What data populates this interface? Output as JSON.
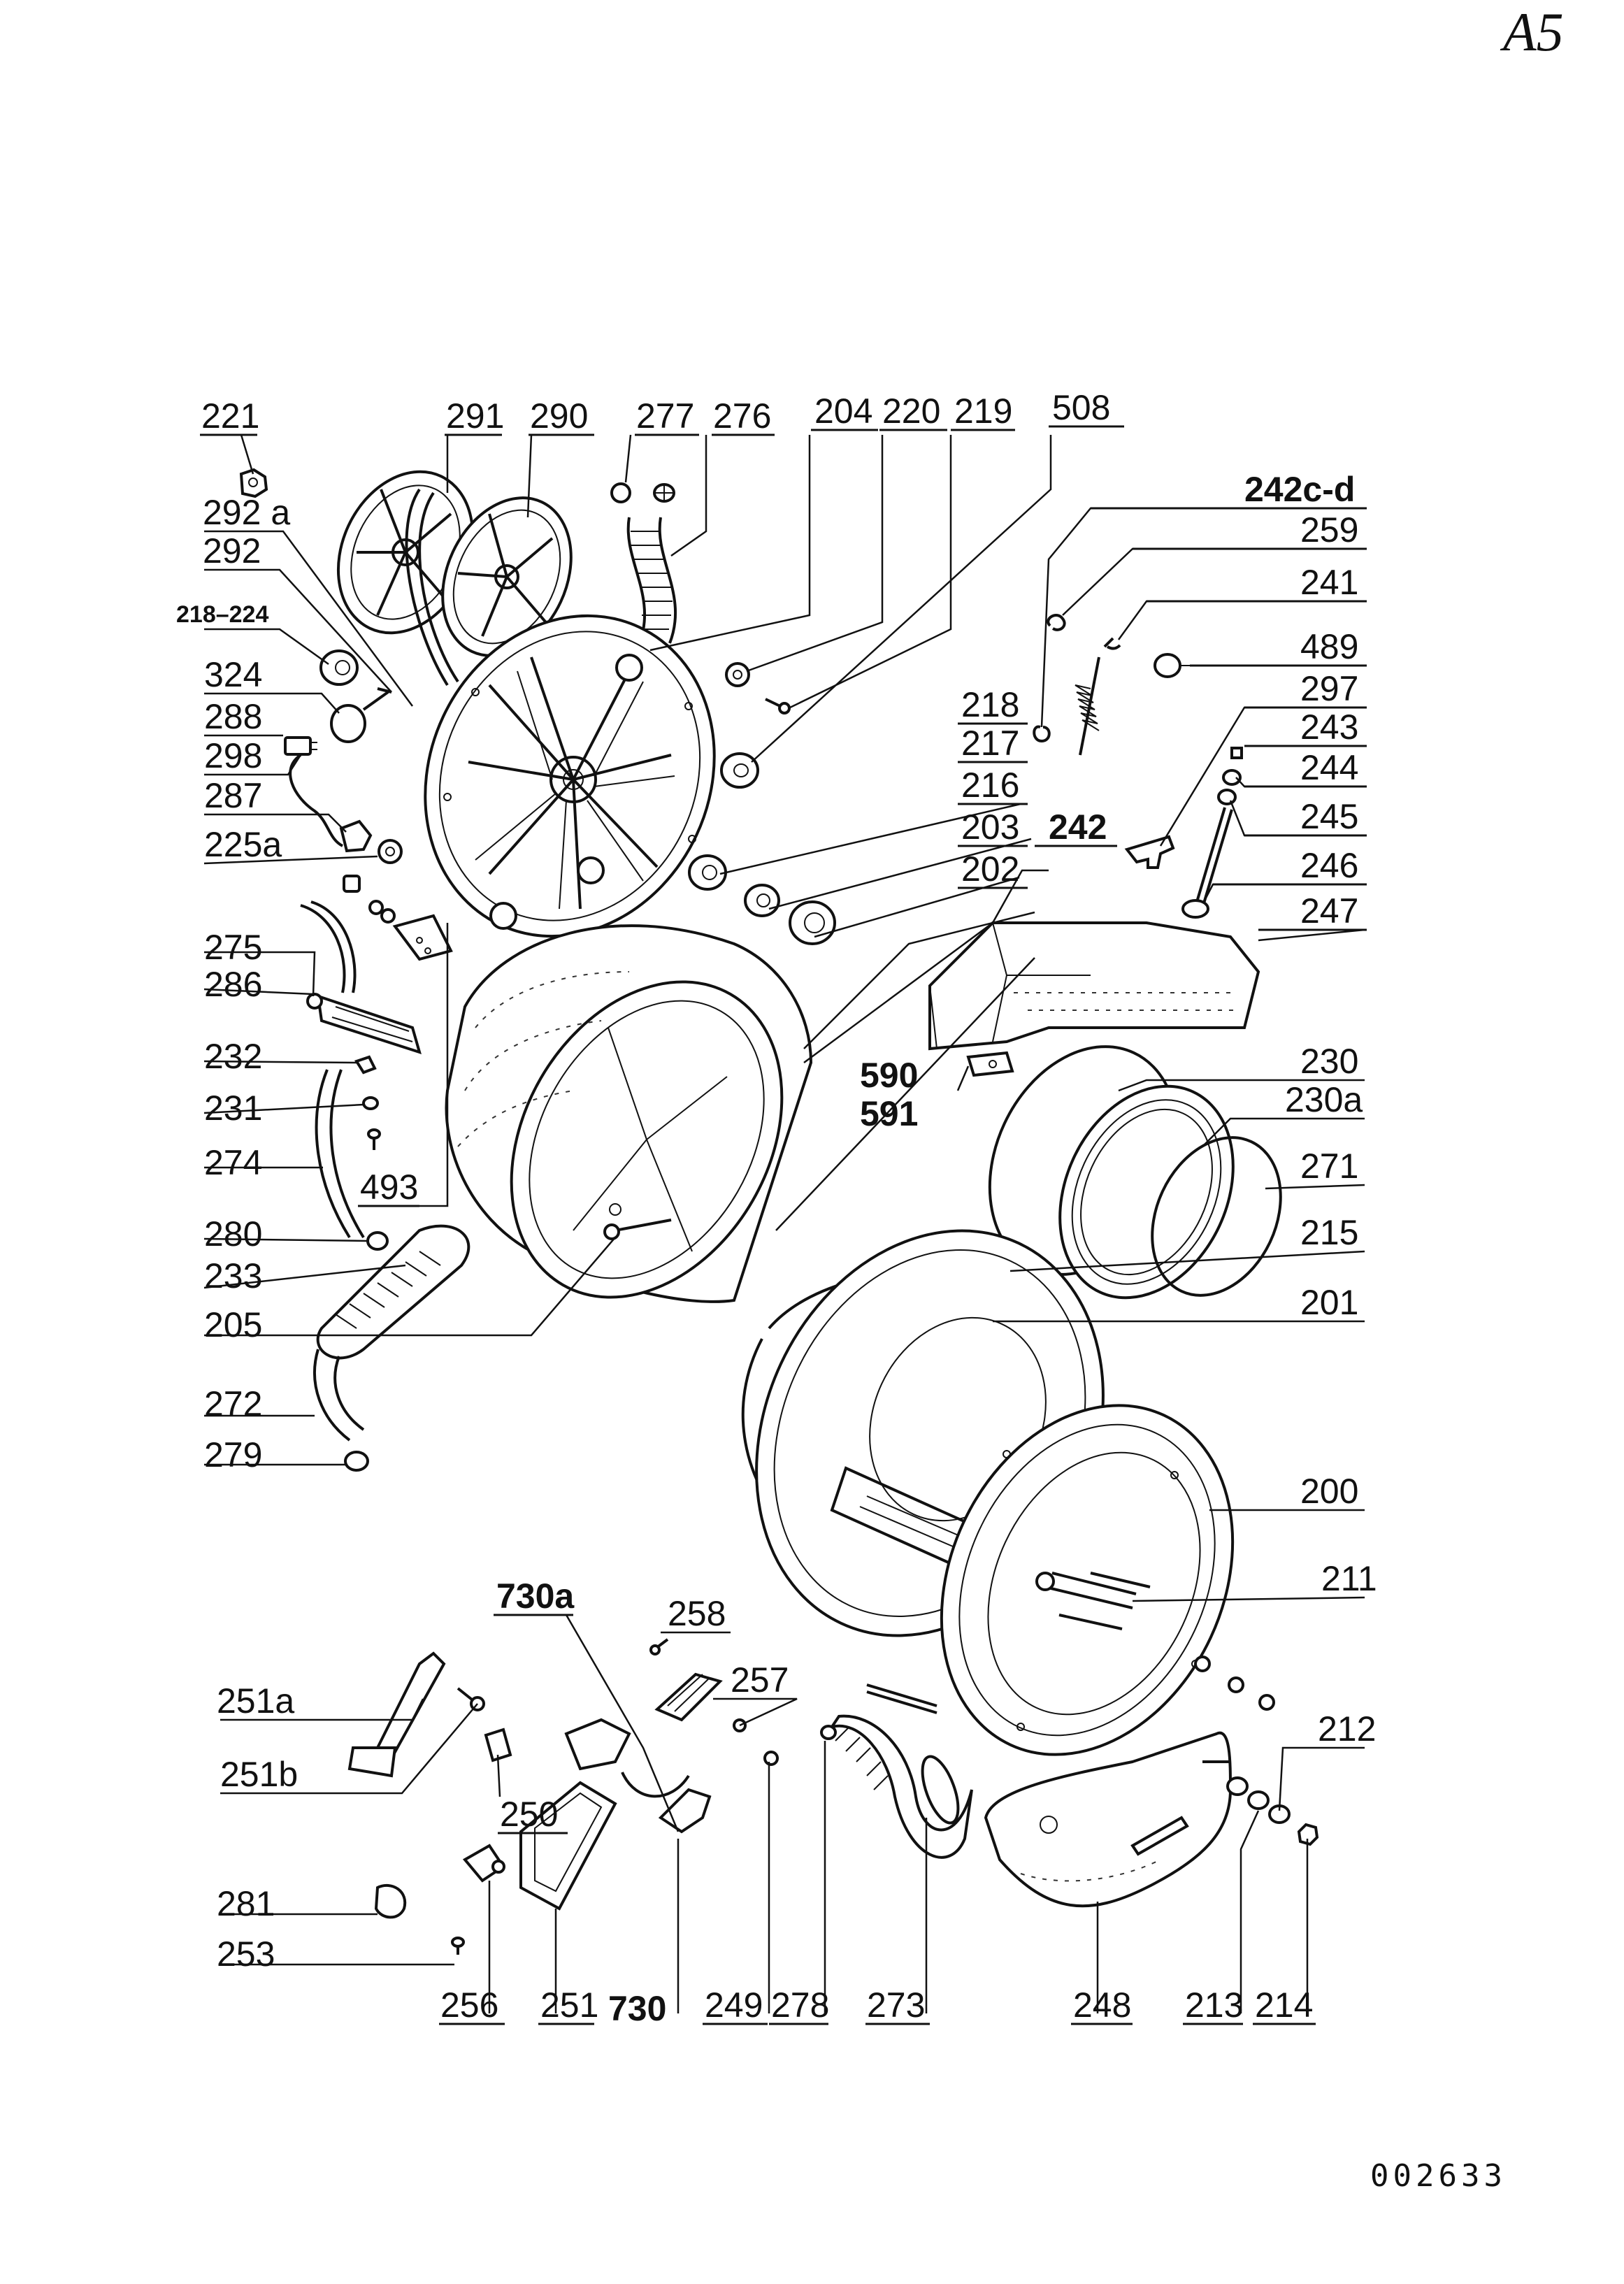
{
  "page_mark": "A5",
  "doc_number": "002633",
  "labels": [
    {
      "id": "221",
      "text": "221"
    },
    {
      "id": "291",
      "text": "291"
    },
    {
      "id": "290",
      "text": "290"
    },
    {
      "id": "277",
      "text": "277"
    },
    {
      "id": "276",
      "text": "276"
    },
    {
      "id": "204",
      "text": "204"
    },
    {
      "id": "220",
      "text": "220"
    },
    {
      "id": "219",
      "text": "219"
    },
    {
      "id": "508",
      "text": "508"
    },
    {
      "id": "242c-d",
      "text": "242c-d"
    },
    {
      "id": "259",
      "text": "259"
    },
    {
      "id": "241",
      "text": "241"
    },
    {
      "id": "489",
      "text": "489"
    },
    {
      "id": "297",
      "text": "297"
    },
    {
      "id": "243",
      "text": "243"
    },
    {
      "id": "244",
      "text": "244"
    },
    {
      "id": "245",
      "text": "245"
    },
    {
      "id": "246",
      "text": "246"
    },
    {
      "id": "247",
      "text": "247"
    },
    {
      "id": "292a",
      "text": "292 a"
    },
    {
      "id": "292",
      "text": "292"
    },
    {
      "id": "218-224",
      "text": "218–224"
    },
    {
      "id": "324",
      "text": "324"
    },
    {
      "id": "288",
      "text": "288"
    },
    {
      "id": "298",
      "text": "298"
    },
    {
      "id": "287",
      "text": "287"
    },
    {
      "id": "225a",
      "text": "225a"
    },
    {
      "id": "218",
      "text": "218"
    },
    {
      "id": "217",
      "text": "217"
    },
    {
      "id": "216",
      "text": "216"
    },
    {
      "id": "203",
      "text": "203"
    },
    {
      "id": "242",
      "text": "242"
    },
    {
      "id": "202",
      "text": "202"
    },
    {
      "id": "275",
      "text": "275"
    },
    {
      "id": "286",
      "text": "286"
    },
    {
      "id": "232",
      "text": "232"
    },
    {
      "id": "231",
      "text": "231"
    },
    {
      "id": "274",
      "text": "274"
    },
    {
      "id": "493",
      "text": "493"
    },
    {
      "id": "280",
      "text": "280"
    },
    {
      "id": "233",
      "text": "233"
    },
    {
      "id": "205",
      "text": "205"
    },
    {
      "id": "272",
      "text": "272"
    },
    {
      "id": "279",
      "text": "279"
    },
    {
      "id": "590",
      "text": "590"
    },
    {
      "id": "591",
      "text": "591"
    },
    {
      "id": "230",
      "text": "230"
    },
    {
      "id": "230a",
      "text": "230a"
    },
    {
      "id": "271",
      "text": "271"
    },
    {
      "id": "215",
      "text": "215"
    },
    {
      "id": "201",
      "text": "201"
    },
    {
      "id": "200",
      "text": "200"
    },
    {
      "id": "211",
      "text": "211"
    },
    {
      "id": "212",
      "text": "212"
    },
    {
      "id": "730a",
      "text": "730a"
    },
    {
      "id": "258",
      "text": "258"
    },
    {
      "id": "257",
      "text": "257"
    },
    {
      "id": "251a",
      "text": "251a"
    },
    {
      "id": "251b",
      "text": "251b"
    },
    {
      "id": "250",
      "text": "250"
    },
    {
      "id": "281",
      "text": "281"
    },
    {
      "id": "253",
      "text": "253"
    },
    {
      "id": "256",
      "text": "256"
    },
    {
      "id": "251",
      "text": "251"
    },
    {
      "id": "730",
      "text": "730"
    },
    {
      "id": "249",
      "text": "249"
    },
    {
      "id": "278",
      "text": "278"
    },
    {
      "id": "273",
      "text": "273"
    },
    {
      "id": "248",
      "text": "248"
    },
    {
      "id": "213",
      "text": "213"
    },
    {
      "id": "214",
      "text": "214"
    }
  ]
}
